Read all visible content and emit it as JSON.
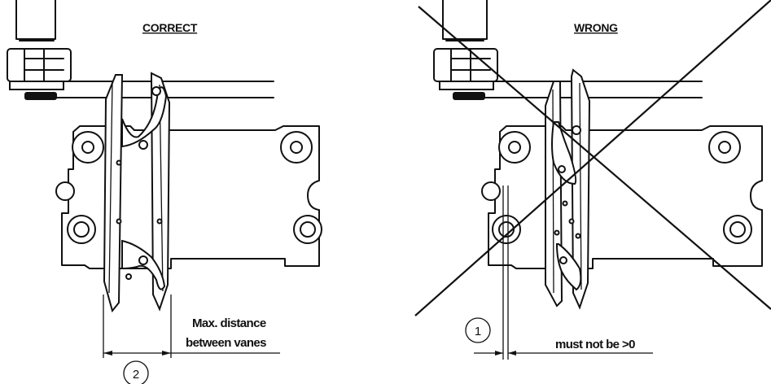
{
  "panels": {
    "correct": {
      "heading": "CORRECT"
    },
    "wrong": {
      "heading": "WRONG"
    }
  },
  "annotations": {
    "max_distance_line1": "Max. distance",
    "max_distance_line2": "between vanes",
    "must_not_be": "must not be >0",
    "callout_1": "1",
    "callout_2": "2"
  }
}
